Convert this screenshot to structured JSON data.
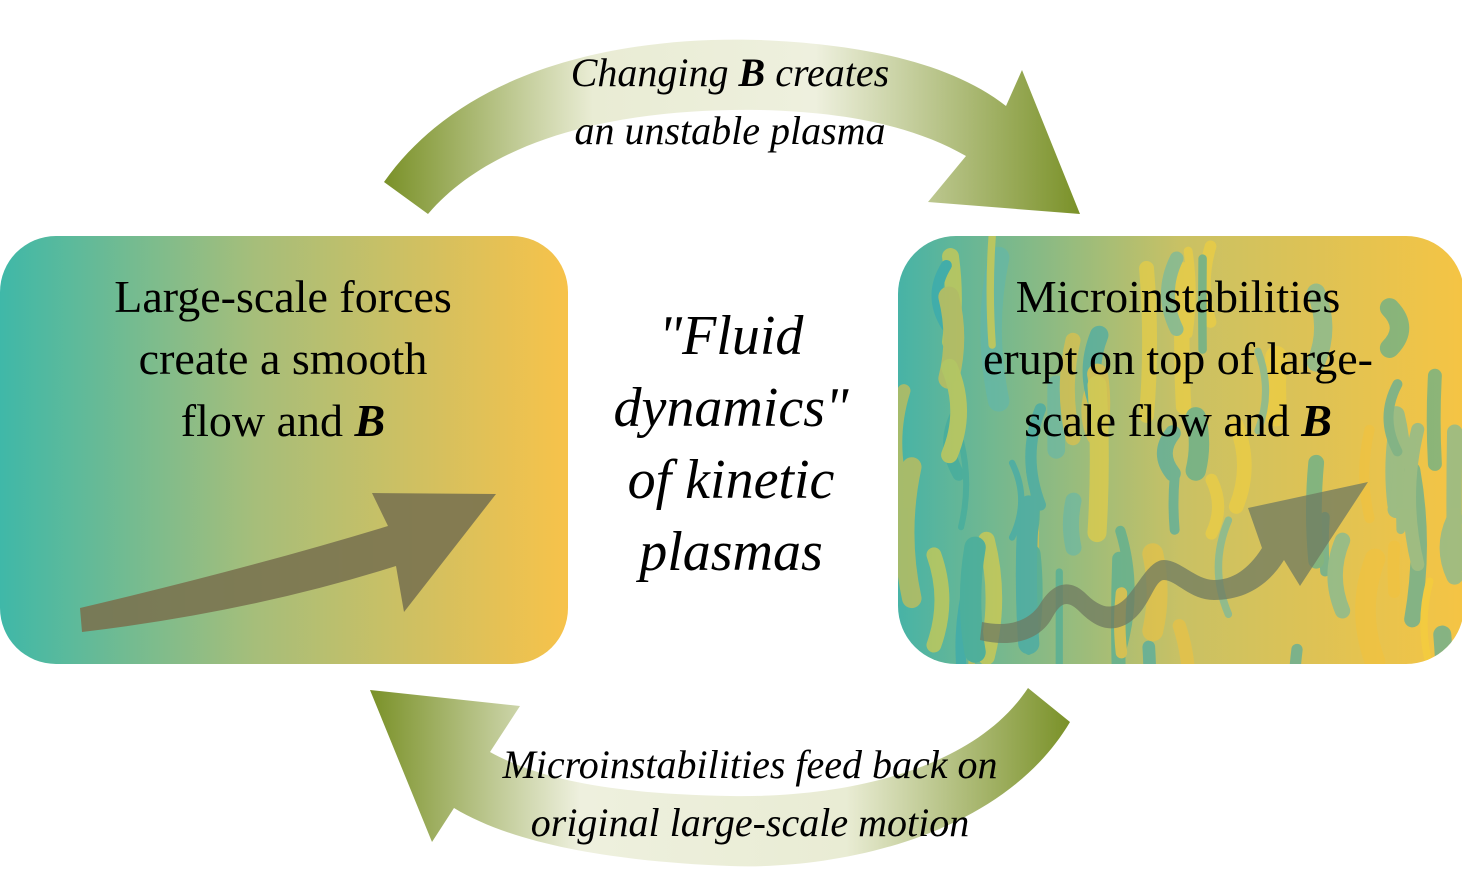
{
  "left_box": {
    "line1": "Large-scale forces",
    "line2": "create a smooth",
    "line3_prefix": "flow and ",
    "symbol": "B"
  },
  "right_box": {
    "line1": "Microinstabilities",
    "line2": "erupt on top of large-",
    "line3_prefix": "scale flow and ",
    "symbol": "B"
  },
  "center": {
    "line1": "\"Fluid",
    "line2": "dynamics\"",
    "line3": "of kinetic",
    "line4": "plasmas"
  },
  "top_arrow": {
    "line1_prefix": "Changing ",
    "symbol": "B",
    "line1_suffix": " creates",
    "line2": "an unstable plasma"
  },
  "bottom_arrow": {
    "line1": "Microinstabilities feed back on",
    "line2": "original large-scale motion"
  },
  "colors": {
    "arrow_green": "#7a9128",
    "teal": "#3fb7a4",
    "orange": "#f6c24a",
    "flow_arrow": "#7a7350"
  }
}
